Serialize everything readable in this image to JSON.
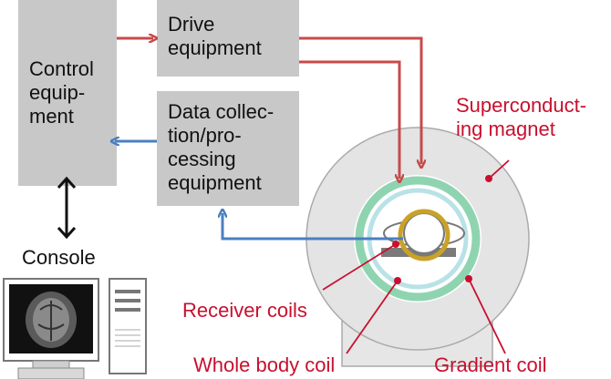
{
  "boxes": {
    "control": "Control\nequip-\nment",
    "drive": "Drive\nequipment",
    "data": "Data collec-\ntion/pro-\ncessing\nequipment"
  },
  "labels": {
    "console": "Console",
    "superconducting_magnet": "Superconduct-\ning magnet",
    "receiver_coils": "Receiver coils",
    "whole_body_coil": "Whole body coil",
    "gradient_coil": "Gradient coil"
  },
  "colors": {
    "box_fill": "#c8c8c8",
    "red_arrow": "#c84a4a",
    "blue_arrow": "#4a7fc0",
    "label_red": "#c8102e",
    "gradient_ring": "#8fd4b0",
    "whole_body_ring": "#b9e2e6",
    "receiver_ring": "#c9a227",
    "magnet_fill": "#e4e4e4"
  },
  "icons": {
    "console_monitor": "monitor-icon",
    "console_tower": "computer-tower-icon",
    "bidirectional_arrow": "double-arrow-icon"
  }
}
